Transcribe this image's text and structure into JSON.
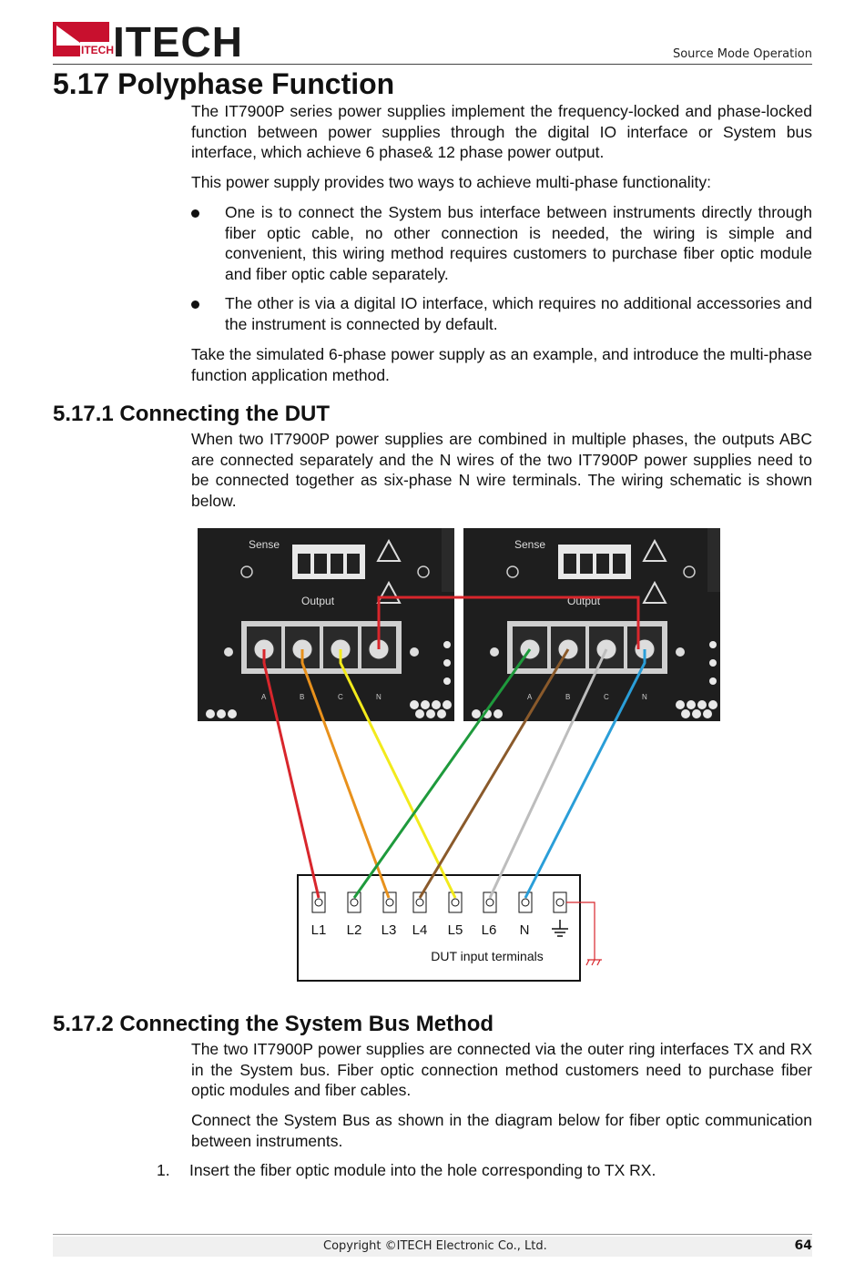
{
  "header": {
    "logo_text": "ITECH",
    "logo_badge": "ITECH",
    "section_label": "Source Mode Operation"
  },
  "section": {
    "title": "5.17 Polyphase Function",
    "intro": "The IT7900P series power supplies implement the frequency-locked and phase-locked function between power supplies through the digital IO interface or System bus interface, which achieve 6 phase& 12 phase power output.",
    "ways": "This power supply provides two ways to achieve multi-phase functionality:",
    "bullets": [
      "One is to connect the System bus interface between instruments directly through fiber optic cable, no other connection is needed, the wiring is simple and convenient, this wiring method requires customers to purchase fiber optic module and fiber optic cable separately.",
      "The other is via a digital IO interface, which requires no additional accessories and the instrument is connected by default."
    ],
    "example": "Take the simulated 6-phase power supply as an example, and introduce the multi-phase function application method."
  },
  "sub1": {
    "title": "5.17.1 Connecting the DUT",
    "para": "When two IT7900P power supplies are combined in multiple phases, the outputs ABC are connected separately and the N wires of the two IT7900P power supplies need to be connected together as six-phase N wire terminals. The wiring schematic is shown below."
  },
  "diagram": {
    "sense_label": "Sense",
    "output_label": "Output",
    "terminal_letters": [
      "A",
      "B",
      "C",
      "N"
    ],
    "dut_terminals": [
      "L1",
      "L2",
      "L3",
      "L4",
      "L5",
      "L6",
      "N"
    ],
    "dut_caption": "DUT input terminals",
    "wire_colors": {
      "red": "#d8262c",
      "orange": "#e8911c",
      "yellow": "#f2ea1c",
      "green": "#1e9a3c",
      "brown": "#8a5a2b",
      "gray": "#bdbdbd",
      "blue": "#2a9ed8"
    }
  },
  "sub2": {
    "title": "5.17.2 Connecting the System Bus Method",
    "para1": "The two IT7900P power supplies are connected via the outer ring interfaces TX and RX in the System bus. Fiber optic connection method customers need to purchase fiber optic modules and fiber cables.",
    "para2": "Connect the System Bus as shown in the diagram below for fiber optic communication between instruments.",
    "steps": [
      {
        "num": "1.",
        "text": "Insert the fiber optic module into the hole corresponding to TX RX."
      }
    ]
  },
  "footer": {
    "copyright": "Copyright ©ITECH Electronic Co., Ltd.",
    "page": "64"
  },
  "colors": {
    "brand_red": "#c8102e"
  }
}
